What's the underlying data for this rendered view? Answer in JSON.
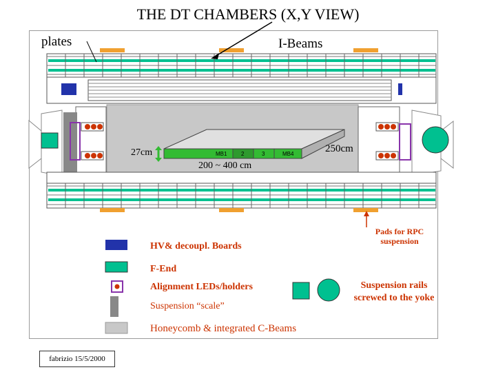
{
  "title": "THE DT CHAMBERS (X,Y VIEW)",
  "labels": {
    "plates": "plates",
    "ibeams": "I-Beams",
    "height": "27cm",
    "width": "250cm",
    "range": "200 ~ 400 cm",
    "pads": "Pads for RPC suspension"
  },
  "chambers": [
    "MB1",
    "2",
    "3",
    "MB4"
  ],
  "legend": [
    {
      "swatch": "hv-board",
      "text": "HV& decoupl. Boards"
    },
    {
      "swatch": "front-end",
      "text": "F-End"
    },
    {
      "swatch": "led-holder",
      "text": "Alignment LEDs/holders"
    },
    {
      "swatch": "suspension-scale",
      "text": "Suspension “scale”"
    },
    {
      "swatch": "honeycomb",
      "text": "Honeycomb & integrated C-Beams"
    }
  ],
  "rails_label": "Suspension rails screwed to the yoke",
  "footer": "fabrizio 15/5/2000",
  "colors": {
    "orange": "#f0a030",
    "teal": "#00c090",
    "navy": "#2233aa",
    "gray": "#c8c8c8",
    "dark_gray": "#888888",
    "green": "#33bb33",
    "purple": "#8833aa",
    "red": "#cc3300"
  }
}
